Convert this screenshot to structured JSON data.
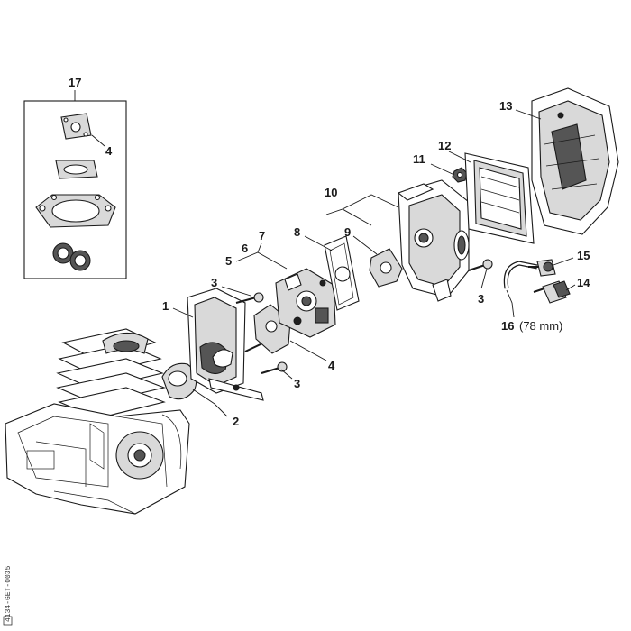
{
  "callouts": {
    "c1": "1",
    "c2": "2",
    "c3a": "3",
    "c3b": "3",
    "c3c": "3",
    "c4a": "4",
    "c4b": "4",
    "c5": "5",
    "c6": "6",
    "c7": "7",
    "c8": "8",
    "c9": "9",
    "c10": "10",
    "c11": "11",
    "c12": "12",
    "c13": "13",
    "c14": "14",
    "c15": "15",
    "c16": "16",
    "c16_note": "(78 mm)",
    "c17": "17"
  },
  "drawing_code": "4134-GET-0035",
  "colors": {
    "line": "#1a1a1a",
    "fill_light": "#d9d9d9",
    "fill_dark": "#555555"
  }
}
